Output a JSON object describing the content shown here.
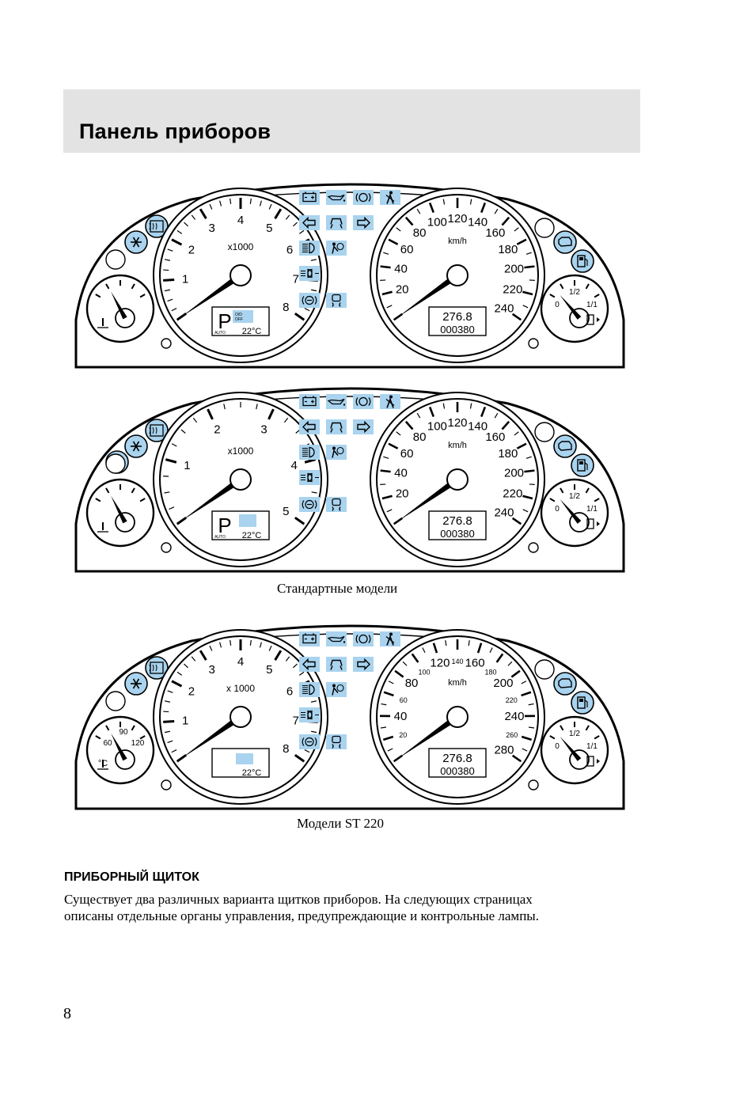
{
  "header": {
    "title": "Панель приборов"
  },
  "colors": {
    "lamp_fill": "#a9d3ee",
    "header_band": "#e3e3e3",
    "outline": "#000000"
  },
  "clusters": [
    {
      "id": "standard-a",
      "tach": {
        "labels": [
          "1",
          "2",
          "3",
          "4",
          "5",
          "6",
          "7",
          "8"
        ],
        "unit": "x1000"
      },
      "speed": {
        "labels": [
          "20",
          "40",
          "60",
          "80",
          "100",
          "120",
          "140",
          "160",
          "180",
          "200",
          "220",
          "240"
        ],
        "unit": "km/h"
      },
      "trip": "276.8",
      "odometer": "000380",
      "lcd_temp": "22°C",
      "gear": "P",
      "od_text": "O/D OFF",
      "auto_text": "AUTO",
      "fuel": {
        "empty": "0",
        "half": "1/2",
        "full": "1/1"
      },
      "lamps": [
        "battery-icon",
        "oil-pressure-icon",
        "brake-icon",
        "seatbelt-icon",
        "turn-left-icon",
        "door-open-icon",
        "turn-right-icon",
        "high-beam-icon",
        "airbag-icon",
        "fog-light-icon",
        "abs-icon",
        "traction-control-icon"
      ],
      "left_lamps": [
        "frost-icon",
        "rear-defrost-icon"
      ],
      "right_lamps": [
        "engine-check-icon",
        "fuel-lamp-icon"
      ]
    },
    {
      "id": "standard-b",
      "tach": {
        "labels": [
          "1",
          "2",
          "3",
          "4",
          "5"
        ],
        "unit": "x1000"
      },
      "speed": {
        "labels": [
          "20",
          "40",
          "60",
          "80",
          "100",
          "120",
          "140",
          "160",
          "180",
          "200",
          "220",
          "240"
        ],
        "unit": "km/h"
      },
      "trip": "276.8",
      "odometer": "000380",
      "lcd_temp": "22°C",
      "gear": "P",
      "od_text": "",
      "auto_text": "AUTO",
      "fuel": {
        "empty": "0",
        "half": "1/2",
        "full": "1/1"
      },
      "lamps": [
        "battery-icon",
        "oil-pressure-icon",
        "brake-icon",
        "seatbelt-icon",
        "turn-left-icon",
        "door-open-icon",
        "turn-right-icon",
        "high-beam-icon",
        "airbag-icon",
        "fog-light-icon",
        "abs-icon",
        "traction-control-icon"
      ],
      "left_lamps": [
        "glow-plug-icon",
        "frost-icon",
        "rear-defrost-icon"
      ],
      "right_lamps": [
        "engine-check-icon",
        "fuel-lamp-icon"
      ]
    },
    {
      "id": "st220",
      "tach": {
        "labels": [
          "1",
          "2",
          "3",
          "4",
          "5",
          "6",
          "7",
          "8"
        ],
        "unit": "x 1000"
      },
      "speed": {
        "labels": [
          "20",
          "40",
          "60",
          "80",
          "100",
          "120",
          "140",
          "160",
          "180",
          "200",
          "220",
          "240",
          "260",
          "280"
        ],
        "unit": "km/h"
      },
      "trip": "276.8",
      "odometer": "000380",
      "lcd_temp": "22°C",
      "gear": "",
      "od_text": "",
      "auto_text": "",
      "fuel": {
        "empty": "0",
        "half": "1/2",
        "full": "1/1"
      },
      "temp": {
        "labels": [
          "60",
          "90",
          "120"
        ],
        "unit": "°C"
      },
      "lamps": [
        "battery-icon",
        "oil-pressure-icon",
        "brake-icon",
        "seatbelt-icon",
        "turn-left-icon",
        "door-open-icon",
        "turn-right-icon",
        "high-beam-icon",
        "airbag-icon",
        "fog-light-icon",
        "abs-icon",
        "traction-control-icon"
      ],
      "left_lamps": [
        "frost-icon",
        "rear-defrost-icon"
      ],
      "right_lamps": [
        "engine-check-icon",
        "fuel-lamp-icon"
      ]
    }
  ],
  "captions": {
    "standard": "Стандартные модели",
    "st220": "Модели ST 220"
  },
  "section": {
    "heading": "ПРИБОРНЫЙ ЩИТОК",
    "body_line1": "Существует два различных варианта щитков приборов. На следующих страницах",
    "body_line2": "описаны отдельные органы управления, предупреждающие и контрольные лампы."
  },
  "page_number": "8"
}
